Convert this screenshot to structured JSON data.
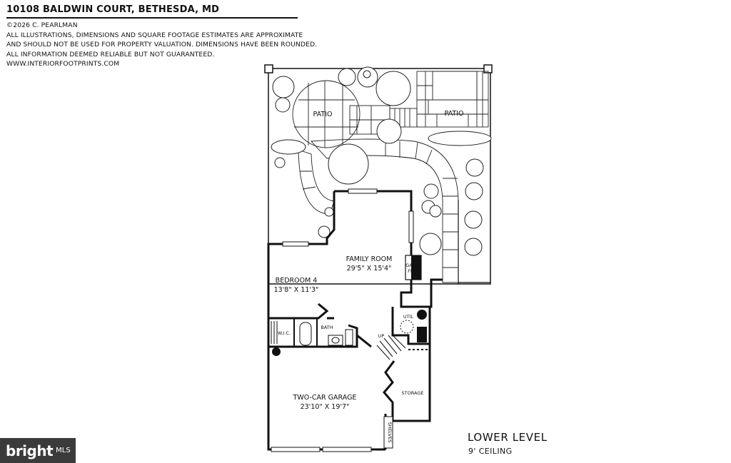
{
  "header": {
    "title": "10108 BALDWIN COURT, BETHESDA, MD",
    "copyright": "©2026 C. PEARLMAN",
    "disclaimer_lines": [
      "ALL ILLUSTRATIONS, DIMENSIONS AND SQUARE FOOTAGE ESTIMATES ARE APPROXIMATE",
      "AND  SHOULD NOT BE USED FOR PROPERTY VALUATION. DIMENSIONS HAVE BEEN ROUNDED.",
      "ALL INFORMATION DEEMED RELIABLE BUT NOT GUARANTEED."
    ],
    "website": "WWW.INTERIORFOOTPRINTS.COM"
  },
  "rooms": {
    "patio_left": "PATIO",
    "patio_right": "PATIO",
    "family_room_name": "FAMILY ROOM",
    "family_room_dims": "29'5\" X 15'4\"",
    "bedroom_name": "BEDROOM 4",
    "bedroom_dims": "13'8\" X 11'3\"",
    "wic": "W.I.C.",
    "bath": "BATH",
    "util": "UTIL",
    "gas_fp_1": "GAS",
    "gas_fp_2": "FP",
    "up": "UP",
    "storage": "STORAGE",
    "shelves": "SHELVES",
    "garage_name": "TWO-CAR GARAGE",
    "garage_dims": "23'10\" X 19'7\""
  },
  "level": {
    "title": "LOWER LEVEL",
    "ceiling": "9' CEILING"
  },
  "watermark": {
    "brand": "bright",
    "suffix": "MLS"
  }
}
